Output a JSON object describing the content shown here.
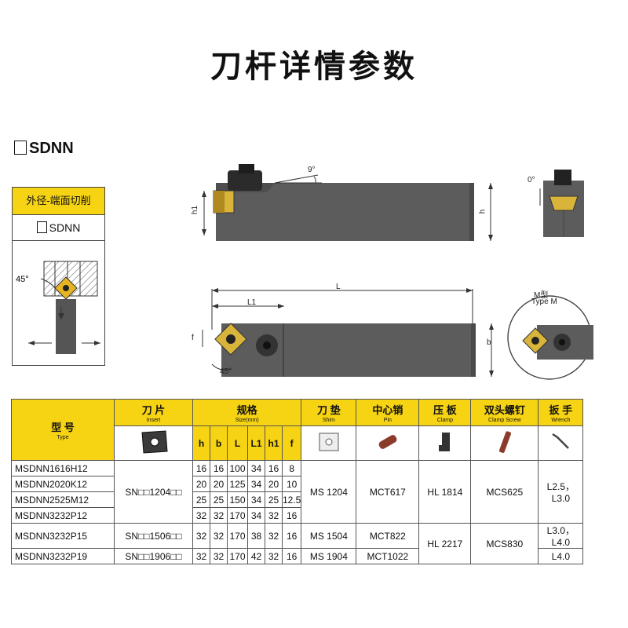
{
  "title": "刀杆详情参数",
  "model_series": "SDNN",
  "side_panel": {
    "function_label": "外径-端面切削",
    "code": "SDNN",
    "angle": "45°"
  },
  "drawing": {
    "angle_top": "9°",
    "angle_side": "0°",
    "angle_bottom": "45°",
    "h1": "h1",
    "h": "h",
    "L": "L",
    "L1": "L1",
    "f": "f",
    "b": "b",
    "type_m_cn": "M型",
    "type_m_en": "Type M"
  },
  "table": {
    "headers": {
      "model": {
        "cn": "型  号",
        "en": "Type"
      },
      "insert": {
        "cn": "刀  片",
        "en": "Insert"
      },
      "size": {
        "cn": "规格",
        "en": "Size(mm)"
      },
      "shim": {
        "cn": "刀  垫",
        "en": "Shim"
      },
      "pin": {
        "cn": "中心销",
        "en": "Pin"
      },
      "clamp": {
        "cn": "压  板",
        "en": "Clamp"
      },
      "clamp_screw": {
        "cn": "双头螺钉",
        "en": "Clamp Screw"
      },
      "wrench": {
        "cn": "扳  手",
        "en": "Wrench"
      }
    },
    "dim_cols": [
      "h",
      "b",
      "L",
      "L1",
      "h1",
      "f"
    ],
    "rows": [
      {
        "model": "MSDNN1616H12",
        "dims": [
          "16",
          "16",
          "100",
          "34",
          "16",
          "8"
        ]
      },
      {
        "model": "MSDNN2020K12",
        "dims": [
          "20",
          "20",
          "125",
          "34",
          "20",
          "10"
        ]
      },
      {
        "model": "MSDNN2525M12",
        "dims": [
          "25",
          "25",
          "150",
          "34",
          "25",
          "12.5"
        ]
      },
      {
        "model": "MSDNN3232P12",
        "dims": [
          "32",
          "32",
          "170",
          "34",
          "32",
          "16"
        ]
      },
      {
        "model": "MSDNN3232P15",
        "dims": [
          "32",
          "32",
          "170",
          "38",
          "32",
          "16"
        ]
      },
      {
        "model": "MSDNN3232P19",
        "dims": [
          "32",
          "32",
          "170",
          "42",
          "32",
          "16"
        ]
      }
    ],
    "merged": {
      "insert_12": "SN□□1204□□",
      "insert_15": "SN□□1506□□",
      "insert_19": "SN□□1906□□",
      "shim_12": "MS 1204",
      "shim_15": "MS 1504",
      "shim_19": "MS 1904",
      "pin_12": "MCT617",
      "pin_15": "MCT822",
      "pin_19": "MCT1022",
      "clamp_12": "HL 1814",
      "clamp_1519": "HL 2217",
      "screw_12": "MCS625",
      "screw_1519": "MCS830",
      "wrench_12": "L2.5，L3.0",
      "wrench_15": "L3.0，L4.0",
      "wrench_19": "L4.0"
    }
  },
  "colors": {
    "accent": "#f6d313",
    "tool_body": "#575757",
    "insert": "#d9b43a"
  }
}
